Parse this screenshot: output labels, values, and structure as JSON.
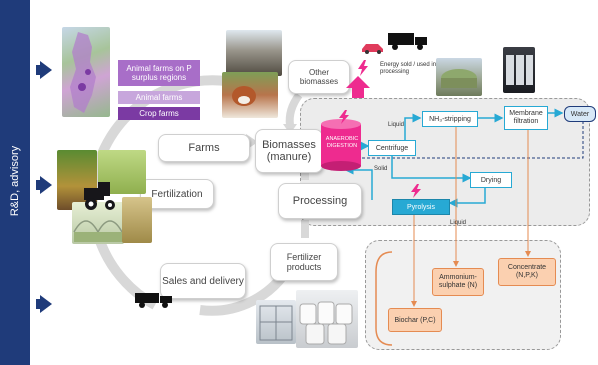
{
  "sidebar": {
    "label": "R&D, advisory"
  },
  "map_legend": {
    "surplus": "Animal farms on P surplus regions",
    "animal": "Animal farms",
    "crop": "Crop farms"
  },
  "cycle": {
    "other_biomasses": "Other biomasses",
    "farms": "Farms",
    "biomasses": "Biomasses (manure)",
    "fertilization": "Fertilization",
    "processing": "Processing",
    "fertilizer_products": "Fertilizer products",
    "sales_delivery": "Sales and delivery"
  },
  "process": {
    "energy": "Energy sold / used in processing",
    "anaerobic": "ANAEROBIC DIGESTION",
    "liquid_top": "Liquid",
    "nh3": "NH₃-stripping",
    "membrane": "Membrane filtration",
    "water": "Water",
    "centrifuge": "Centrifuge",
    "solid": "Solid",
    "drying": "Drying",
    "pyrolysis": "Pyrolysis",
    "liquid_bottom": "Liquid"
  },
  "products": {
    "ammonium": "Ammonium-sulphate (N)",
    "concentrate": "Concentrate (N,P,K)",
    "biochar": "Biochar (P,C)"
  },
  "colors": {
    "sidebar": "#1f3b7a",
    "purple_dark": "#7b3aa3",
    "purple_light": "#b58ed2",
    "cyan": "#27a9d4",
    "pink": "#ee2b8f",
    "orange": "#e58b52"
  },
  "icons": [
    "truck-icon",
    "car-icon",
    "lightning-icon",
    "up-arrow-icon",
    "tractor-icon"
  ]
}
